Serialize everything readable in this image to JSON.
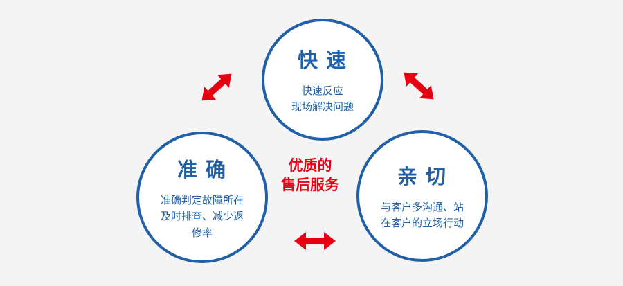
{
  "diagram": {
    "background": "#f4f4f4",
    "colors": {
      "circle_border": "#2060a8",
      "text_blue": "#2060a8",
      "accent_red": "#e60012"
    },
    "center_caption": {
      "line1": "优质的",
      "line2": "售后服务"
    },
    "circles": [
      {
        "id": "fast",
        "title": "快 速",
        "lines": [
          "快速反应",
          "现场解决问题"
        ]
      },
      {
        "id": "accurate",
        "title": "准 确",
        "lines": [
          "准确判定故障所在",
          "及时排查、减少返",
          "修率"
        ]
      },
      {
        "id": "friendly",
        "title": "亲 切",
        "lines": [
          "与客户多沟通、站",
          "在客户的立场行动"
        ]
      }
    ],
    "icons": [
      {
        "name": "double-arrow-top-left-icon",
        "shape": "double-headed-arrow",
        "color": "#e60012"
      },
      {
        "name": "double-arrow-top-right-icon",
        "shape": "double-headed-arrow",
        "color": "#e60012"
      },
      {
        "name": "double-arrow-bottom-icon",
        "shape": "double-headed-arrow",
        "color": "#e60012"
      }
    ]
  }
}
